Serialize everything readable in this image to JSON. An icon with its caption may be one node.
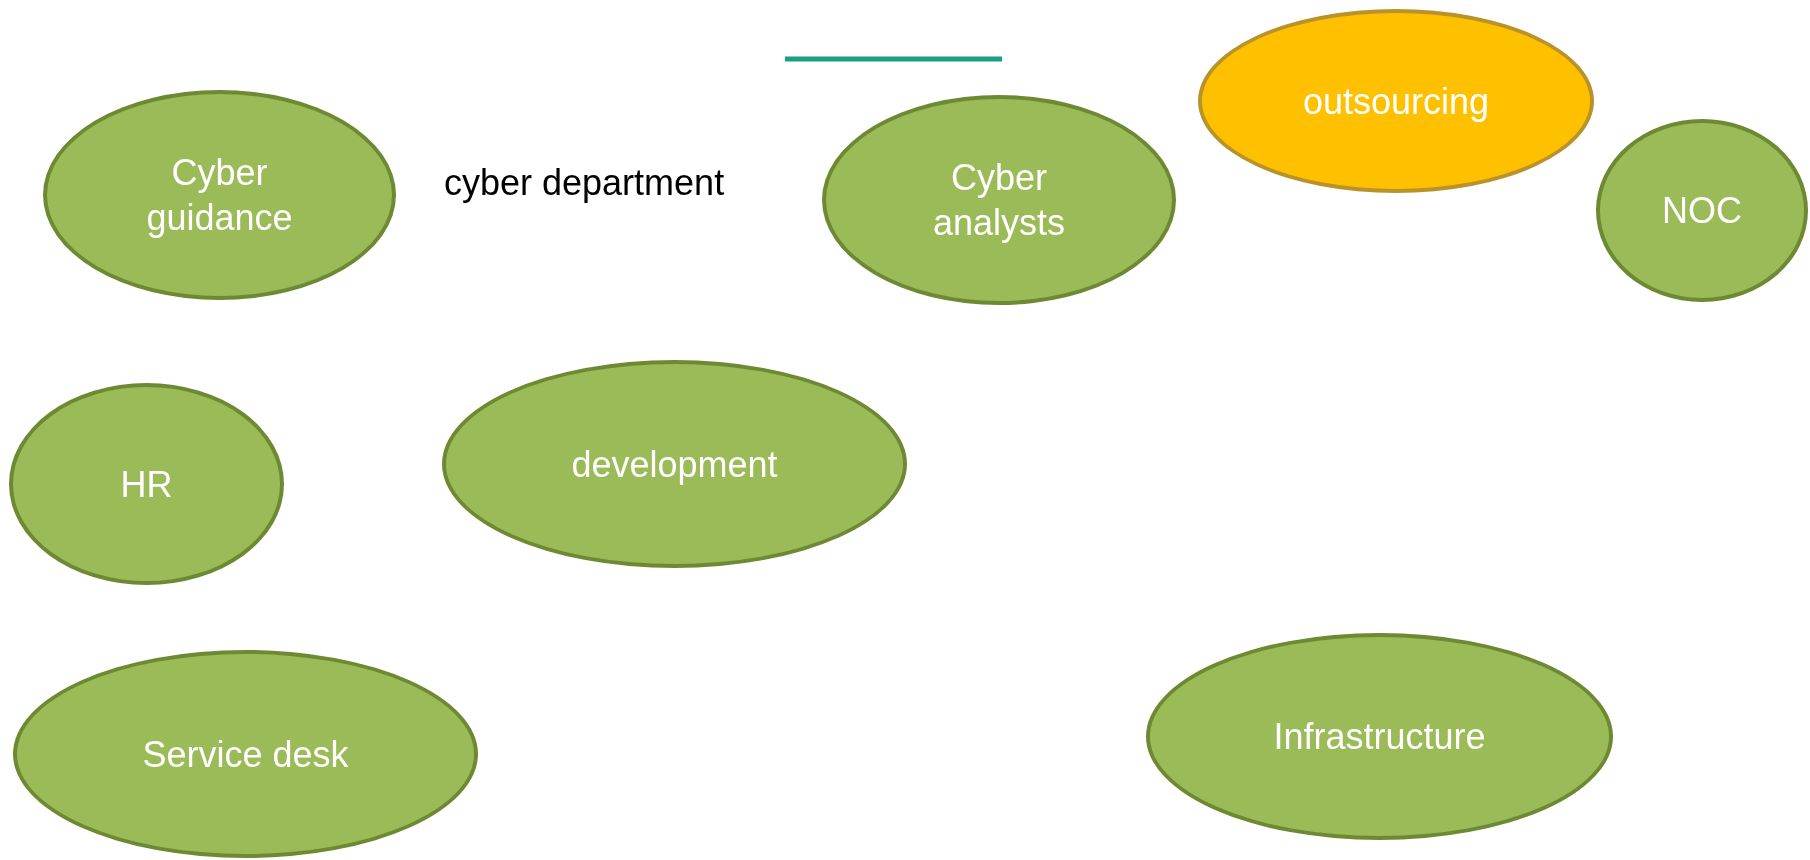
{
  "diagram": {
    "nodes": [
      {
        "text": [
          "Cyber guidance"
        ]
      },
      {
        "text": [
          "Cyber analysts"
        ]
      },
      {
        "text": [
          "outsourcing"
        ]
      },
      {
        "text": [
          "NOC"
        ]
      },
      {
        "text": [
          "HR"
        ]
      },
      {
        "text": [
          "development"
        ]
      },
      {
        "text": [
          "Service desk"
        ]
      },
      {
        "text": [
          "Infrastructure"
        ]
      }
    ],
    "labels": [
      "cyber department"
    ]
  }
}
